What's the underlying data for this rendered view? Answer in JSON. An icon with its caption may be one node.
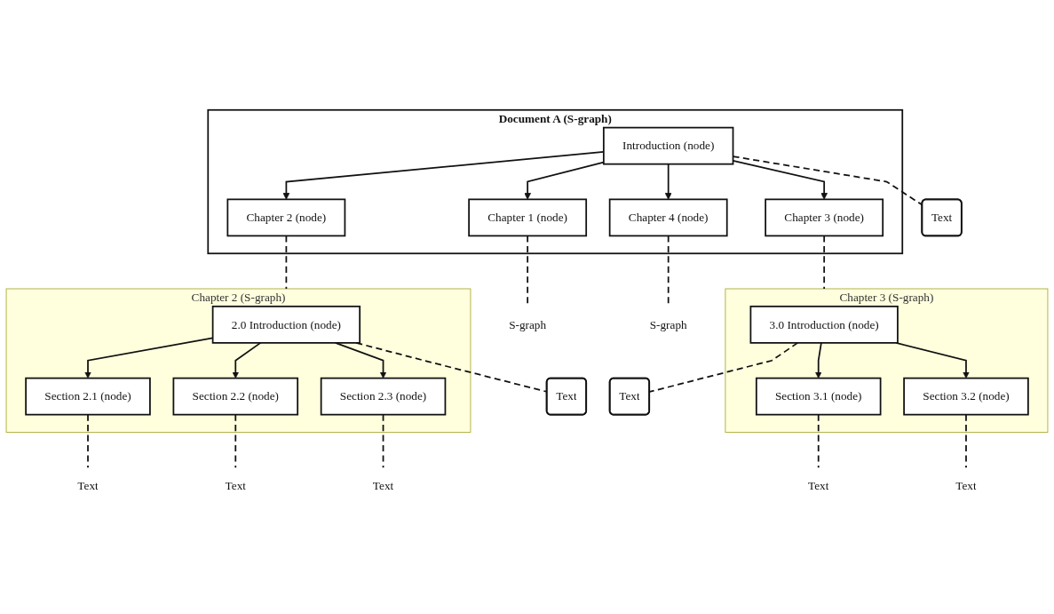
{
  "diagram": {
    "nodes": [
      {
        "text": [
          "Document A (S-graph)"
        ]
      },
      {
        "text": [
          "Introduction (node)"
        ],
        "in": 0
      },
      {
        "text": [
          "Chapter 1 (node)"
        ],
        "in": 0
      },
      {
        "text": [
          "Chapter 2 (node)"
        ],
        "in": 0
      },
      {
        "text": [
          "Chapter 3 (node)"
        ],
        "in": 0
      },
      {
        "text": [
          "Chapter 4 (node)"
        ],
        "in": 0
      },
      {
        "text": [
          "Text"
        ]
      },
      {
        "text": [
          "S-graph"
        ]
      },
      {
        "text": [
          "S-graph"
        ]
      },
      {
        "text": [
          "Chapter 2 (S-graph)"
        ]
      },
      {
        "text": [
          "2.0 Introduction (node)"
        ],
        "in": 9
      },
      {
        "text": [
          "Section 2.1 (node)"
        ],
        "in": 9
      },
      {
        "text": [
          "Section 2.2 (node)"
        ],
        "in": 9
      },
      {
        "text": [
          "Section 2.3 (node)"
        ],
        "in": 9
      },
      {
        "text": [
          "Chapter 3 (S-graph)"
        ]
      },
      {
        "text": [
          "3.0 Introduction (node)"
        ],
        "in": 14
      },
      {
        "text": [
          "Section 3.1 (node)"
        ],
        "in": 14
      },
      {
        "text": [
          "Section 3.2 (node)"
        ],
        "in": 14
      },
      {
        "text": [
          "Text"
        ]
      },
      {
        "text": [
          "Text"
        ]
      },
      {
        "text": [
          "Text"
        ]
      },
      {
        "text": [
          "Text"
        ]
      },
      {
        "text": [
          "Text"
        ]
      },
      {
        "text": [
          "Text"
        ]
      },
      {
        "text": [
          "Text"
        ]
      }
    ],
    "edges": [
      {
        "from": 1,
        "to": 2,
        "arrow": "to"
      },
      {
        "from": 1,
        "to": 3,
        "arrow": "to"
      },
      {
        "from": 1,
        "to": 4,
        "arrow": "to"
      },
      {
        "from": 1,
        "to": 5,
        "arrow": "to"
      },
      {
        "from": 1,
        "to": 6,
        "arrow": "none",
        "style": "dashed"
      },
      {
        "from": 2,
        "to": 7,
        "arrow": "none",
        "style": "dashed"
      },
      {
        "from": 5,
        "to": 8,
        "arrow": "none",
        "style": "dashed"
      },
      {
        "from": 3,
        "to": 9,
        "arrow": "none",
        "style": "dashed"
      },
      {
        "from": 4,
        "to": 14,
        "arrow": "none",
        "style": "dashed"
      },
      {
        "from": 10,
        "to": 11,
        "arrow": "to"
      },
      {
        "from": 10,
        "to": 12,
        "arrow": "to"
      },
      {
        "from": 10,
        "to": 13,
        "arrow": "to"
      },
      {
        "from": 10,
        "to": 18,
        "arrow": "none",
        "style": "dashed"
      },
      {
        "from": 15,
        "to": 16,
        "arrow": "to"
      },
      {
        "from": 15,
        "to": 17,
        "arrow": "to"
      },
      {
        "from": 15,
        "to": 19,
        "arrow": "none",
        "style": "dashed"
      },
      {
        "from": 11,
        "to": 20,
        "arrow": "none",
        "style": "dashed"
      },
      {
        "from": 12,
        "to": 21,
        "arrow": "none",
        "style": "dashed"
      },
      {
        "from": 13,
        "to": 22,
        "arrow": "none",
        "style": "dashed"
      },
      {
        "from": 16,
        "to": 23,
        "arrow": "none",
        "style": "dashed"
      },
      {
        "from": 17,
        "to": 24,
        "arrow": "none",
        "style": "dashed"
      }
    ]
  }
}
